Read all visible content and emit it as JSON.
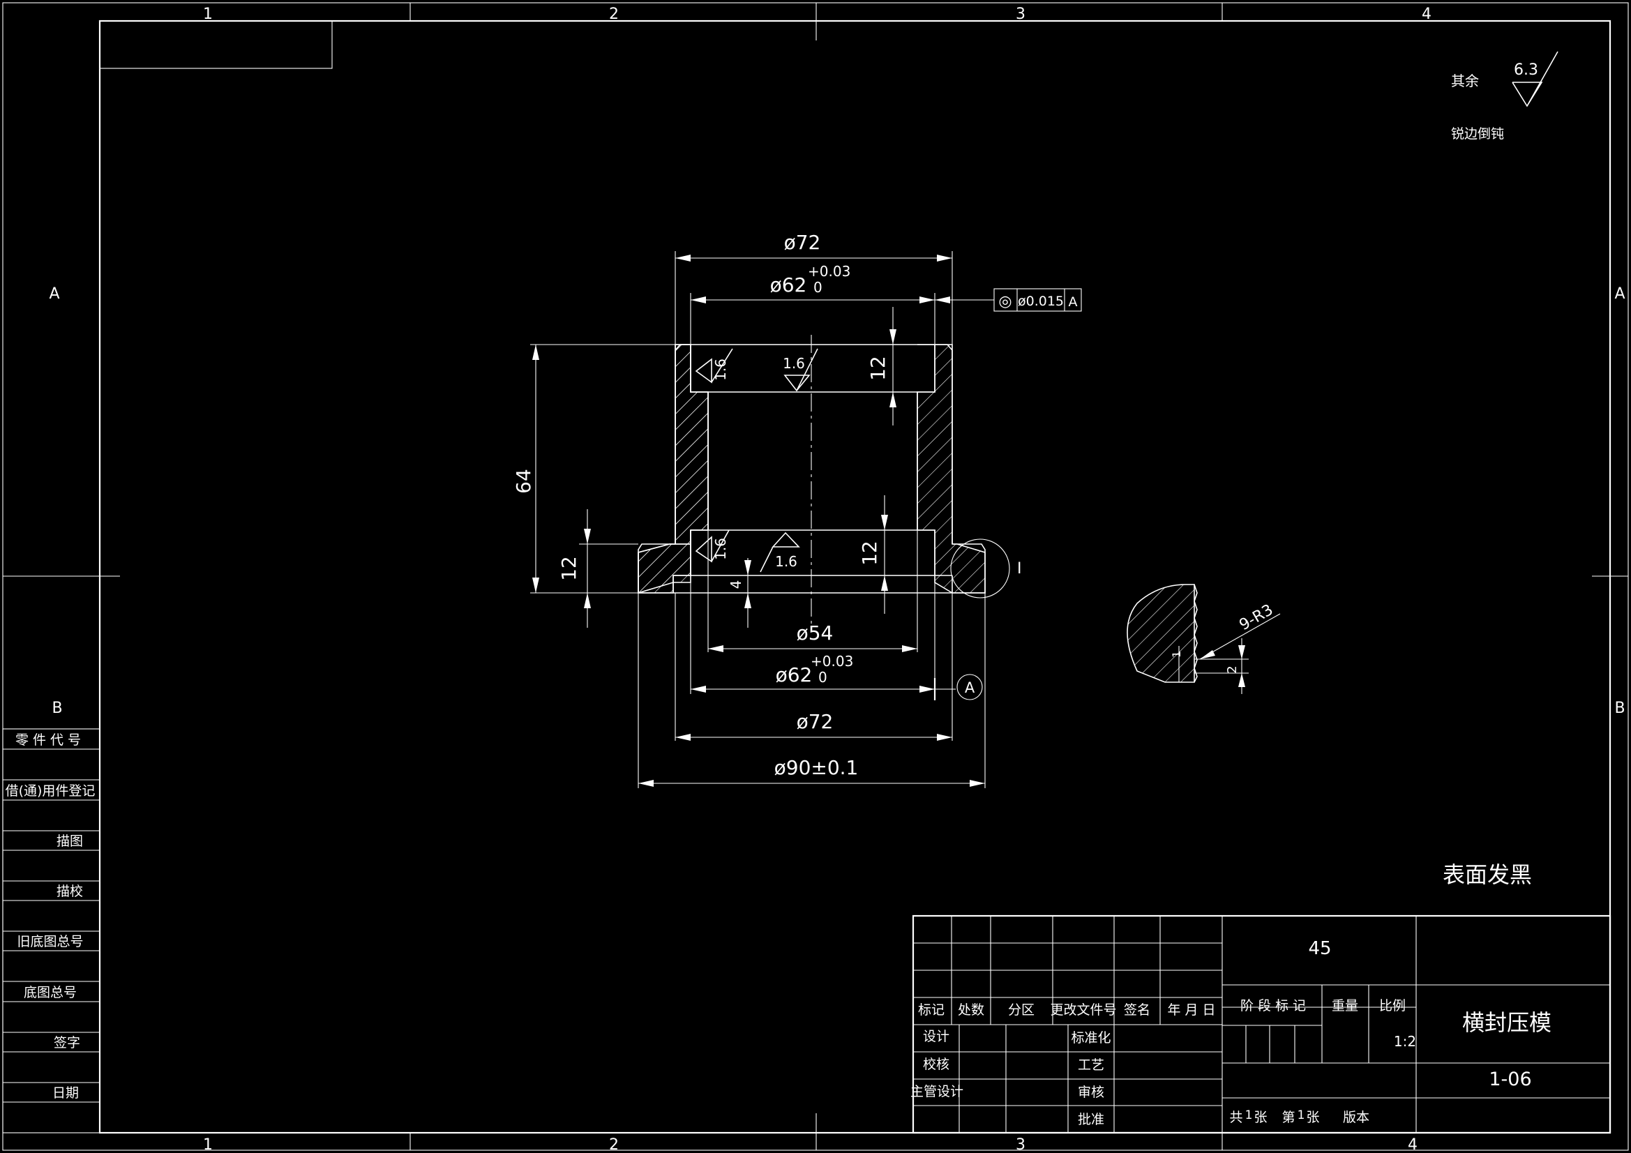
{
  "border": {
    "col_labels": [
      "1",
      "2",
      "3",
      "4"
    ],
    "row_labels": [
      "A",
      "B"
    ]
  },
  "roughness_note": {
    "prefix": "其余",
    "value": "6.3",
    "note": "锐边倒钝"
  },
  "dimensions": {
    "d72_top": "ø72",
    "d62_top": "ø62",
    "d62_top_tol_upper": "+0.03",
    "d62_top_tol_lower": "0",
    "height_64": "64",
    "flange_12": "12",
    "top_groove_12": "12",
    "bottom_groove_12": "12",
    "d54": "ø54",
    "d62_bottom": "ø62",
    "d62_bottom_tol_upper": "+0.03",
    "d62_bottom_tol_lower": "0",
    "d72_bottom": "ø72",
    "d90": "ø90±0.1",
    "step_4": "4",
    "rough_1": "1.6",
    "rough_2": "1.6",
    "rough_3": "1.6",
    "rough_4": "1.6"
  },
  "geometric_tolerance": {
    "symbol": "◎",
    "value": "ø0.015",
    "datum": "A"
  },
  "datum_label": "A",
  "detail_view": {
    "marker": "I",
    "fillet": "9-R3",
    "dim_1": "1",
    "dim_2": "2"
  },
  "surface_treatment": "表面发黑",
  "side_table": [
    {
      "label": "零件代号"
    },
    {
      "label": "借(通)用件登记"
    },
    {
      "label": "描图"
    },
    {
      "label": "描校"
    },
    {
      "label": "旧底图总号"
    },
    {
      "label": "底图总号"
    },
    {
      "label": "签字"
    },
    {
      "label": "日期"
    }
  ],
  "title_block": {
    "material": "45",
    "part_name": "横封压模",
    "drawing_number": "1-06",
    "rev_headers": [
      "标记",
      "处数",
      "分区",
      "更改文件号",
      "签名",
      "年 月 日"
    ],
    "sign_left": [
      "设计",
      "校核",
      "主管设计"
    ],
    "sign_right": [
      "标准化",
      "工艺",
      "审核",
      "批准"
    ],
    "stage_label": "阶 段 标 记",
    "weight_label": "重量",
    "scale_label": "比例",
    "scale_value": "1:2",
    "sheets_total_prefix": "共",
    "sheets_total": "1",
    "sheets_total_suffix": "张",
    "sheet_no_prefix": "第",
    "sheet_no": "1",
    "sheet_no_suffix": "张",
    "version_label": "版本"
  }
}
